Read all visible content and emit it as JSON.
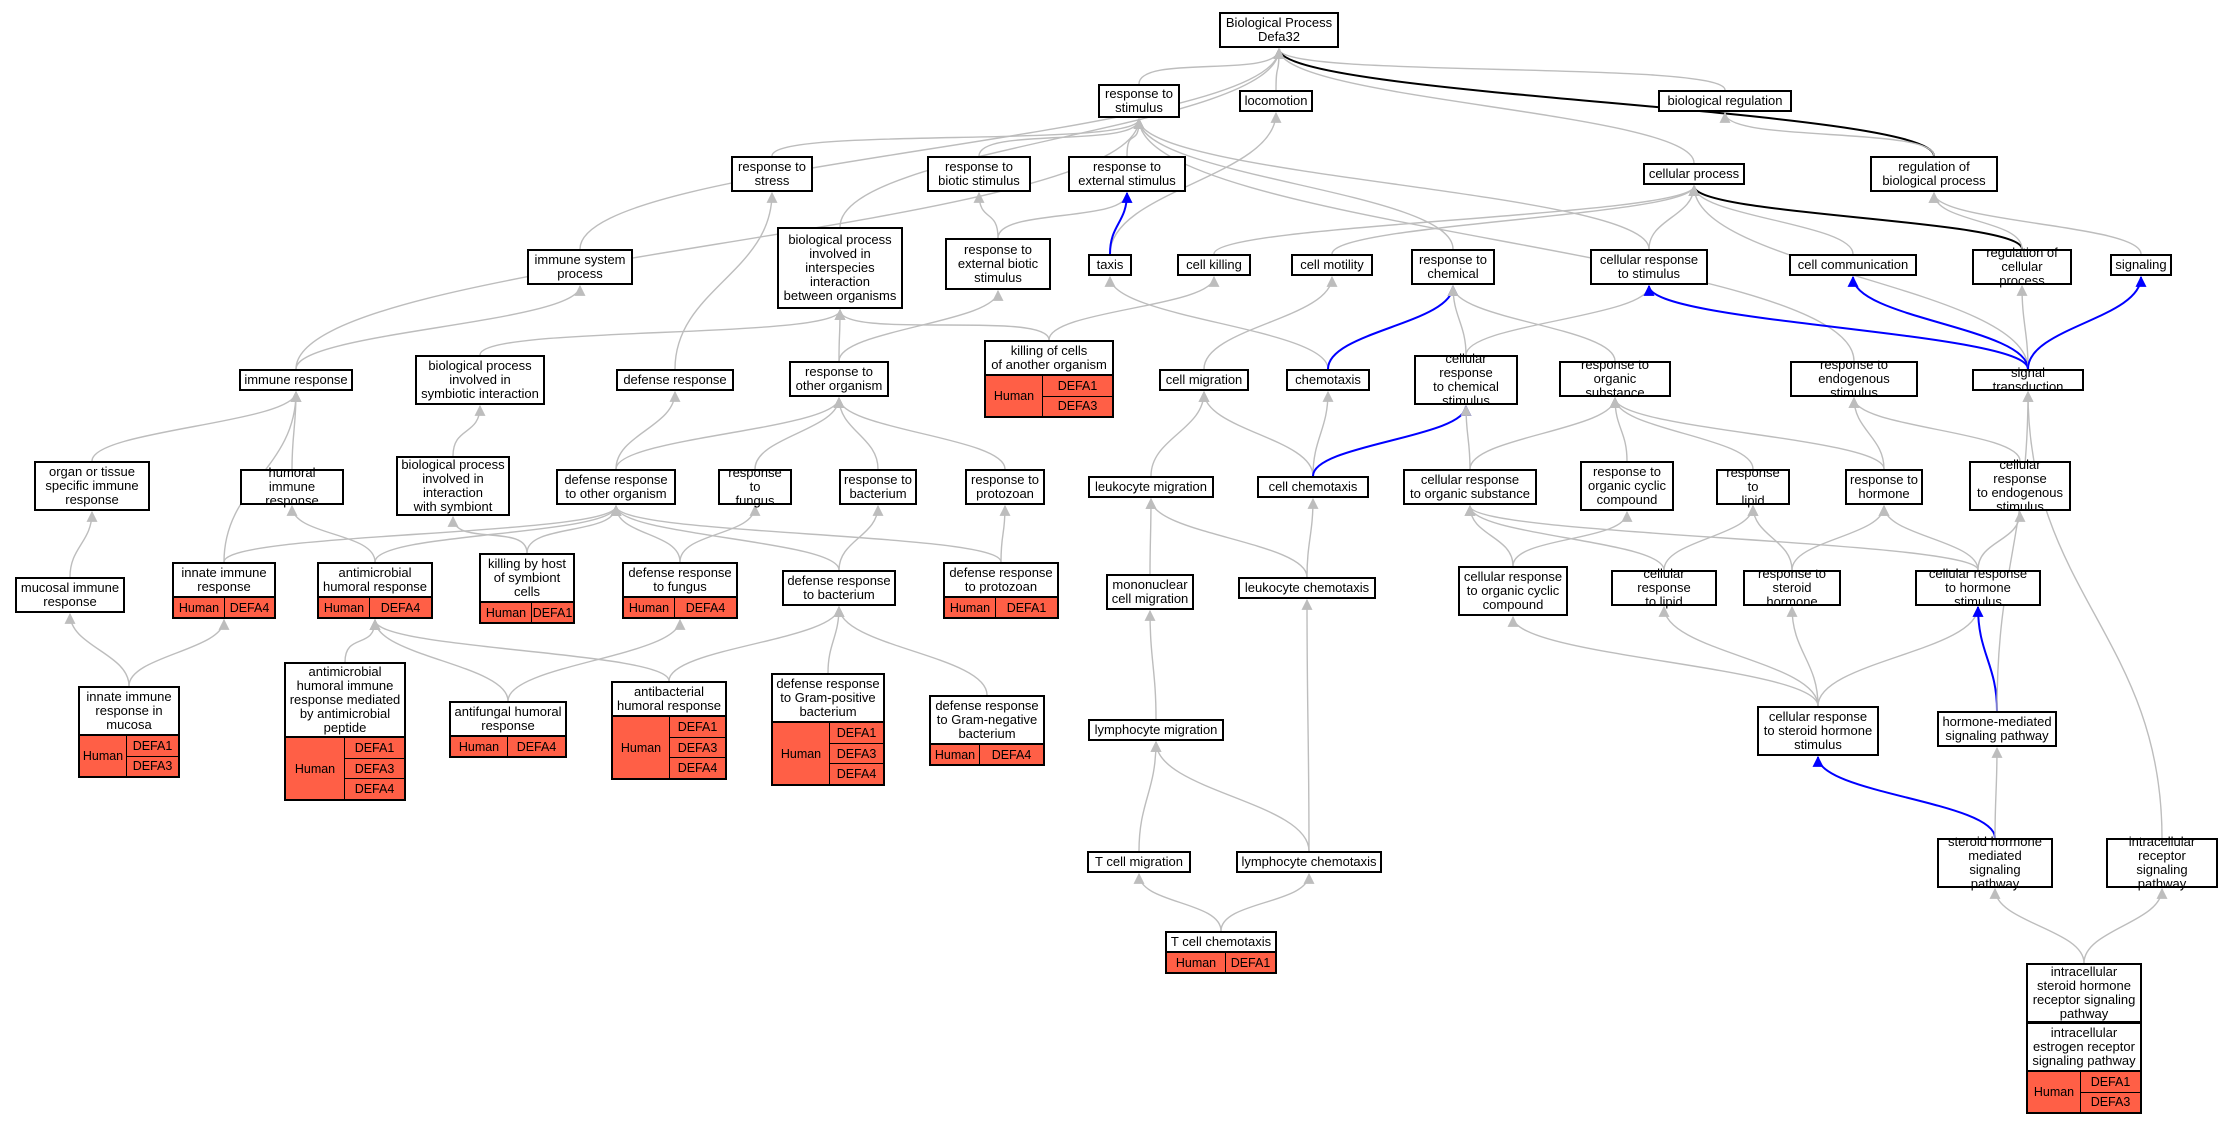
{
  "graph_title": "",
  "colors": {
    "edge_default": "#bdbdbd",
    "edge_black": "#000000",
    "edge_blue": "#0000ff",
    "annotation_fill": "#ff5f46"
  },
  "nodes": [
    {
      "id": "bp",
      "label": "Biological Process\nDefa32"
    },
    {
      "id": "rts",
      "label": "response to\nstimulus"
    },
    {
      "id": "loco",
      "label": "locomotion"
    },
    {
      "id": "bioreg",
      "label": "biological regulation"
    },
    {
      "id": "rstress",
      "label": "response to\nstress"
    },
    {
      "id": "rbio",
      "label": "response to\nbiotic stimulus"
    },
    {
      "id": "rext",
      "label": "response to\nexternal stimulus"
    },
    {
      "id": "cellproc",
      "label": "cellular process"
    },
    {
      "id": "regbio",
      "label": "regulation of\nbiological process"
    },
    {
      "id": "immsys",
      "label": "immune system\nprocess"
    },
    {
      "id": "bpinter",
      "label": "biological process\ninvolved in\ninterspecies\ninteraction\nbetween organisms"
    },
    {
      "id": "rextbio",
      "label": "response to\nexternal biotic\nstimulus"
    },
    {
      "id": "taxis",
      "label": "taxis"
    },
    {
      "id": "cellkill",
      "label": "cell killing"
    },
    {
      "id": "cellmot",
      "label": "cell motility"
    },
    {
      "id": "rchem",
      "label": "response to\nchemical"
    },
    {
      "id": "crstim",
      "label": "cellular response\nto stimulus"
    },
    {
      "id": "cellcomm",
      "label": "cell communication"
    },
    {
      "id": "regcell",
      "label": "regulation of\ncellular process"
    },
    {
      "id": "signaling",
      "label": "signaling"
    },
    {
      "id": "immresp",
      "label": "immune response"
    },
    {
      "id": "bpsym",
      "label": "biological process\ninvolved in\nsymbiotic interaction"
    },
    {
      "id": "defresp",
      "label": "defense response"
    },
    {
      "id": "rother",
      "label": "response to\nother organism"
    },
    {
      "id": "killother",
      "label": "killing of cells\nof another organism",
      "species": "Human",
      "genes": [
        "DEFA1",
        "DEFA3"
      ]
    },
    {
      "id": "cellmig",
      "label": "cell migration"
    },
    {
      "id": "chemotaxis",
      "label": "chemotaxis"
    },
    {
      "id": "crchem",
      "label": "cellular response\nto chemical\nstimulus"
    },
    {
      "id": "rorg",
      "label": "response to\norganic substance"
    },
    {
      "id": "rendo",
      "label": "response to\nendogenous stimulus"
    },
    {
      "id": "sigtrans",
      "label": "signal transduction"
    },
    {
      "id": "organimm",
      "label": "organ or tissue\nspecific immune\nresponse"
    },
    {
      "id": "humimm",
      "label": "humoral immune\nresponse"
    },
    {
      "id": "bpwithsym",
      "label": "biological process\ninvolved in\ninteraction\nwith symbiont"
    },
    {
      "id": "defother",
      "label": "defense response\nto other organism"
    },
    {
      "id": "rfungus",
      "label": "response to\nfungus"
    },
    {
      "id": "rbact",
      "label": "response to\nbacterium"
    },
    {
      "id": "rproto",
      "label": "response to\nprotozoan"
    },
    {
      "id": "leukmig",
      "label": "leukocyte migration"
    },
    {
      "id": "cellchemo",
      "label": "cell chemotaxis"
    },
    {
      "id": "crorg",
      "label": "cellular response\nto organic substance"
    },
    {
      "id": "rorgcyc",
      "label": "response to\norganic cyclic\ncompound"
    },
    {
      "id": "rlipid",
      "label": "response to\nlipid"
    },
    {
      "id": "rhorm",
      "label": "response to\nhormone"
    },
    {
      "id": "crendo",
      "label": "cellular response\nto endogenous\nstimulus"
    },
    {
      "id": "mucimm",
      "label": "mucosal immune\nresponse"
    },
    {
      "id": "innate",
      "label": "innate immune\nresponse",
      "species": "Human",
      "genes": [
        "DEFA4"
      ]
    },
    {
      "id": "antimichum",
      "label": "antimicrobial\nhumoral response",
      "species": "Human",
      "genes": [
        "DEFA4"
      ]
    },
    {
      "id": "killsym",
      "label": "killing by host\nof symbiont\ncells",
      "species": "Human",
      "genes": [
        "DEFA1"
      ]
    },
    {
      "id": "deffungus",
      "label": "defense response\nto fungus",
      "species": "Human",
      "genes": [
        "DEFA4"
      ]
    },
    {
      "id": "defbact",
      "label": "defense response\nto bacterium"
    },
    {
      "id": "defproto",
      "label": "defense response\nto protozoan",
      "species": "Human",
      "genes": [
        "DEFA1"
      ]
    },
    {
      "id": "mononuc",
      "label": "mononuclear\ncell migration"
    },
    {
      "id": "leukchemo",
      "label": "leukocyte chemotaxis"
    },
    {
      "id": "crorgcyc",
      "label": "cellular response\nto organic cyclic\ncompound"
    },
    {
      "id": "crlipid",
      "label": "cellular response\nto lipid"
    },
    {
      "id": "rsteroid",
      "label": "response to\nsteroid hormone"
    },
    {
      "id": "crhorm",
      "label": "cellular response\nto hormone stimulus"
    },
    {
      "id": "innatemuc",
      "label": "innate immune\nresponse in\nmucosa",
      "species": "Human",
      "genes": [
        "DEFA1",
        "DEFA3"
      ]
    },
    {
      "id": "antimicpep",
      "label": "antimicrobial\nhumoral immune\nresponse mediated\nby antimicrobial\npeptide",
      "species": "Human",
      "genes": [
        "DEFA1",
        "DEFA3",
        "DEFA4"
      ]
    },
    {
      "id": "antifung",
      "label": "antifungal humoral\nresponse",
      "species": "Human",
      "genes": [
        "DEFA4"
      ]
    },
    {
      "id": "antibact",
      "label": "antibacterial\nhumoral response",
      "species": "Human",
      "genes": [
        "DEFA1",
        "DEFA3",
        "DEFA4"
      ]
    },
    {
      "id": "gramp",
      "label": "defense response\nto Gram-positive\nbacterium",
      "species": "Human",
      "genes": [
        "DEFA1",
        "DEFA3",
        "DEFA4"
      ]
    },
    {
      "id": "gramn",
      "label": "defense response\nto Gram-negative\nbacterium",
      "species": "Human",
      "genes": [
        "DEFA4"
      ]
    },
    {
      "id": "lymphmig",
      "label": "lymphocyte migration"
    },
    {
      "id": "crsteroid",
      "label": "cellular response\nto steroid hormone\nstimulus"
    },
    {
      "id": "hormsig",
      "label": "hormone-mediated\nsignaling pathway"
    },
    {
      "id": "tcellmig",
      "label": "T cell migration"
    },
    {
      "id": "lymphchemo",
      "label": "lymphocyte chemotaxis"
    },
    {
      "id": "steroidsig",
      "label": "steroid hormone\nmediated signaling\npathway"
    },
    {
      "id": "intrarec",
      "label": "intracellular\nreceptor signaling\npathway"
    },
    {
      "id": "tcellchemo",
      "label": "T cell chemotaxis",
      "species": "Human",
      "genes": [
        "DEFA1"
      ]
    },
    {
      "id": "intrasteroid",
      "label": "intracellular\nsteroid hormone\nreceptor signaling\npathway"
    },
    {
      "id": "intraestro",
      "label": "intracellular\nestrogen receptor\nsignaling pathway",
      "species": "Human",
      "genes": [
        "DEFA1",
        "DEFA3"
      ]
    }
  ],
  "edges": [
    [
      "rts",
      "bp",
      "gray"
    ],
    [
      "loco",
      "bp",
      "gray"
    ],
    [
      "bioreg",
      "bp",
      "gray"
    ],
    [
      "regbio",
      "bp",
      "black"
    ],
    [
      "immsys",
      "bp",
      "gray"
    ],
    [
      "bpinter",
      "bp",
      "gray"
    ],
    [
      "cellproc",
      "bp",
      "gray"
    ],
    [
      "rstress",
      "rts",
      "gray"
    ],
    [
      "rbio",
      "rts",
      "gray"
    ],
    [
      "rext",
      "rts",
      "gray"
    ],
    [
      "rchem",
      "rts",
      "gray"
    ],
    [
      "crstim",
      "rts",
      "gray"
    ],
    [
      "immresp",
      "rts",
      "gray"
    ],
    [
      "rendo",
      "rts",
      "gray"
    ],
    [
      "regbio",
      "bioreg",
      "gray"
    ],
    [
      "taxis",
      "loco",
      "gray"
    ],
    [
      "crstim",
      "cellproc",
      "gray"
    ],
    [
      "cellcomm",
      "cellproc",
      "gray"
    ],
    [
      "regcell",
      "cellproc",
      "black"
    ],
    [
      "cellkill",
      "cellproc",
      "gray"
    ],
    [
      "cellmot",
      "cellproc",
      "gray"
    ],
    [
      "sigtrans",
      "cellproc",
      "gray"
    ],
    [
      "signaling",
      "regbio",
      "gray"
    ],
    [
      "regcell",
      "regbio",
      "gray"
    ],
    [
      "rextbio",
      "rbio",
      "gray"
    ],
    [
      "rextbio",
      "rext",
      "gray"
    ],
    [
      "taxis",
      "rext",
      "blue"
    ],
    [
      "rother",
      "bpinter",
      "gray"
    ],
    [
      "killother",
      "bpinter",
      "gray"
    ],
    [
      "bpsym",
      "bpinter",
      "gray"
    ],
    [
      "rother",
      "rextbio",
      "gray"
    ],
    [
      "immresp",
      "immsys",
      "gray"
    ],
    [
      "defresp",
      "rstress",
      "gray"
    ],
    [
      "killother",
      "cellkill",
      "gray"
    ],
    [
      "cellmig",
      "cellmot",
      "gray"
    ],
    [
      "chemotaxis",
      "taxis",
      "gray"
    ],
    [
      "chemotaxis",
      "rchem",
      "blue"
    ],
    [
      "crchem",
      "rchem",
      "gray"
    ],
    [
      "rorg",
      "rchem",
      "gray"
    ],
    [
      "crchem",
      "crstim",
      "gray"
    ],
    [
      "sigtrans",
      "crstim",
      "blue"
    ],
    [
      "sigtrans",
      "cellcomm",
      "blue"
    ],
    [
      "sigtrans",
      "regcell",
      "gray"
    ],
    [
      "sigtrans",
      "signaling",
      "blue"
    ],
    [
      "organimm",
      "immresp",
      "gray"
    ],
    [
      "humimm",
      "immresp",
      "gray"
    ],
    [
      "innate",
      "immresp",
      "gray"
    ],
    [
      "bpwithsym",
      "bpsym",
      "gray"
    ],
    [
      "defother",
      "defresp",
      "gray"
    ],
    [
      "defother",
      "rother",
      "gray"
    ],
    [
      "rfungus",
      "rother",
      "gray"
    ],
    [
      "rbact",
      "rother",
      "gray"
    ],
    [
      "rproto",
      "rother",
      "gray"
    ],
    [
      "leukmig",
      "cellmig",
      "gray"
    ],
    [
      "cellchemo",
      "cellmig",
      "gray"
    ],
    [
      "cellchemo",
      "chemotaxis",
      "gray"
    ],
    [
      "cellchemo",
      "crchem",
      "blue"
    ],
    [
      "crorg",
      "crchem",
      "gray"
    ],
    [
      "crorg",
      "rorg",
      "gray"
    ],
    [
      "rorgcyc",
      "rorg",
      "gray"
    ],
    [
      "rlipid",
      "rorg",
      "gray"
    ],
    [
      "rhorm",
      "rorg",
      "gray"
    ],
    [
      "rhorm",
      "rendo",
      "gray"
    ],
    [
      "crendo",
      "rendo",
      "gray"
    ],
    [
      "mucimm",
      "organimm",
      "gray"
    ],
    [
      "antimichum",
      "humimm",
      "gray"
    ],
    [
      "killsym",
      "bpwithsym",
      "gray"
    ],
    [
      "innate",
      "defother",
      "gray"
    ],
    [
      "antimichum",
      "defother",
      "gray"
    ],
    [
      "killsym",
      "defother",
      "gray"
    ],
    [
      "deffungus",
      "defother",
      "gray"
    ],
    [
      "defbact",
      "defother",
      "gray"
    ],
    [
      "defproto",
      "defother",
      "gray"
    ],
    [
      "deffungus",
      "rfungus",
      "gray"
    ],
    [
      "defbact",
      "rbact",
      "gray"
    ],
    [
      "defproto",
      "rproto",
      "gray"
    ],
    [
      "mononuc",
      "leukmig",
      "gray"
    ],
    [
      "leukchemo",
      "leukmig",
      "gray"
    ],
    [
      "leukchemo",
      "cellchemo",
      "gray"
    ],
    [
      "crorgcyc",
      "crorg",
      "gray"
    ],
    [
      "crorgcyc",
      "rorgcyc",
      "gray"
    ],
    [
      "crlipid",
      "crorg",
      "gray"
    ],
    [
      "crlipid",
      "rlipid",
      "gray"
    ],
    [
      "rsteroid",
      "rlipid",
      "gray"
    ],
    [
      "rsteroid",
      "rhorm",
      "gray"
    ],
    [
      "crhorm",
      "crorg",
      "gray"
    ],
    [
      "crhorm",
      "rhorm",
      "gray"
    ],
    [
      "crhorm",
      "crendo",
      "gray"
    ],
    [
      "innatemuc",
      "mucimm",
      "gray"
    ],
    [
      "innatemuc",
      "innate",
      "gray"
    ],
    [
      "antimicpep",
      "antimichum",
      "gray"
    ],
    [
      "antifung",
      "antimichum",
      "gray"
    ],
    [
      "antifung",
      "deffungus",
      "gray"
    ],
    [
      "antibact",
      "antimichum",
      "gray"
    ],
    [
      "antibact",
      "defbact",
      "gray"
    ],
    [
      "gramp",
      "defbact",
      "gray"
    ],
    [
      "gramn",
      "defbact",
      "gray"
    ],
    [
      "lymphmig",
      "mononuc",
      "gray"
    ],
    [
      "lymphchemo",
      "lymphmig",
      "gray"
    ],
    [
      "lymphchemo",
      "leukchemo",
      "gray"
    ],
    [
      "crsteroid",
      "crorgcyc",
      "gray"
    ],
    [
      "crsteroid",
      "crlipid",
      "gray"
    ],
    [
      "crsteroid",
      "rsteroid",
      "gray"
    ],
    [
      "crsteroid",
      "crhorm",
      "gray"
    ],
    [
      "hormsig",
      "crhorm",
      "blue"
    ],
    [
      "hormsig",
      "sigtrans",
      "gray"
    ],
    [
      "tcellmig",
      "lymphmig",
      "gray"
    ],
    [
      "steroidsig",
      "crsteroid",
      "blue"
    ],
    [
      "steroidsig",
      "hormsig",
      "gray"
    ],
    [
      "intrarec",
      "sigtrans",
      "gray"
    ],
    [
      "tcellchemo",
      "tcellmig",
      "gray"
    ],
    [
      "tcellchemo",
      "lymphchemo",
      "gray"
    ],
    [
      "intrasteroid",
      "steroidsig",
      "gray"
    ],
    [
      "intrasteroid",
      "intrarec",
      "gray"
    ],
    [
      "intraestro",
      "intrasteroid",
      "gray"
    ]
  ]
}
